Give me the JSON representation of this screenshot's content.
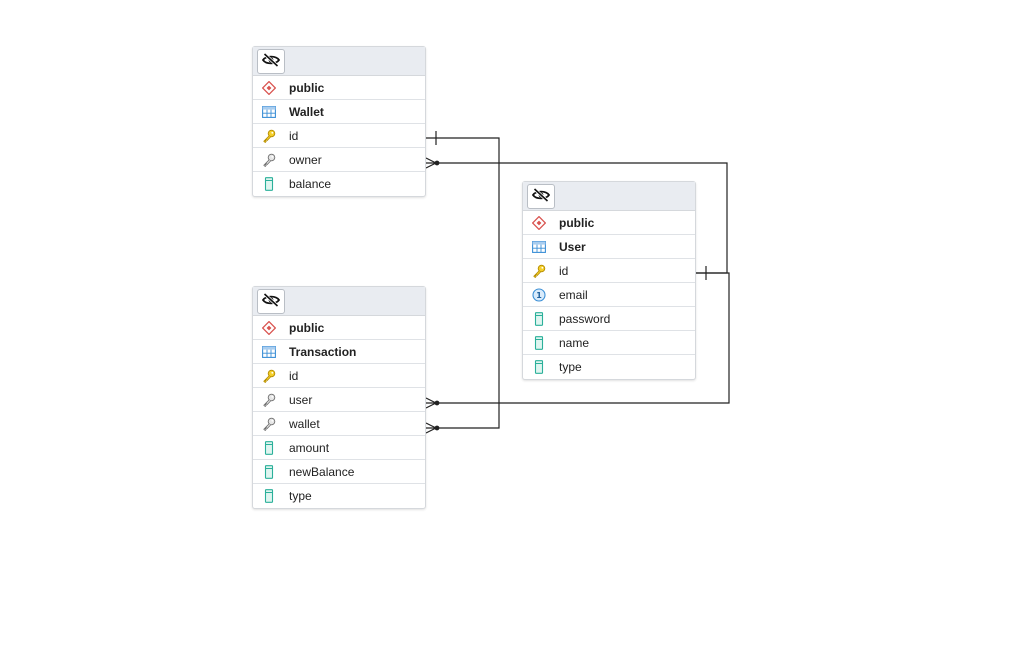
{
  "tables": {
    "wallet": {
      "schema": "public",
      "name": "Wallet",
      "columns": [
        {
          "name": "id",
          "icon": "primary-key-icon"
        },
        {
          "name": "owner",
          "icon": "foreign-key-icon"
        },
        {
          "name": "balance",
          "icon": "column-icon"
        }
      ]
    },
    "transaction": {
      "schema": "public",
      "name": "Transaction",
      "columns": [
        {
          "name": "id",
          "icon": "primary-key-icon"
        },
        {
          "name": "user",
          "icon": "foreign-key-icon"
        },
        {
          "name": "wallet",
          "icon": "foreign-key-icon"
        },
        {
          "name": "amount",
          "icon": "column-icon"
        },
        {
          "name": "newBalance",
          "icon": "column-icon"
        },
        {
          "name": "type",
          "icon": "column-icon"
        }
      ]
    },
    "user": {
      "schema": "public",
      "name": "User",
      "columns": [
        {
          "name": "id",
          "icon": "primary-key-icon"
        },
        {
          "name": "email",
          "icon": "unique-key-icon"
        },
        {
          "name": "password",
          "icon": "column-icon"
        },
        {
          "name": "name",
          "icon": "column-icon"
        },
        {
          "name": "type",
          "icon": "column-icon"
        }
      ]
    }
  },
  "relationships": [
    {
      "from": "Wallet.owner",
      "to": "User.id",
      "cardinality": "many-to-one"
    },
    {
      "from": "Transaction.user",
      "to": "User.id",
      "cardinality": "many-to-one"
    },
    {
      "from": "Transaction.wallet",
      "to": "Wallet.id",
      "cardinality": "many-to-one"
    }
  ],
  "colors": {
    "schema_icon": "#d9534f",
    "table_icon": "#3b8fd6",
    "primary_key": "#e2b100",
    "foreign_key": "#8a8a8a",
    "column_icon": "#2bb09a",
    "unique_key": "#3b8fd6",
    "link_line": "#222222"
  }
}
